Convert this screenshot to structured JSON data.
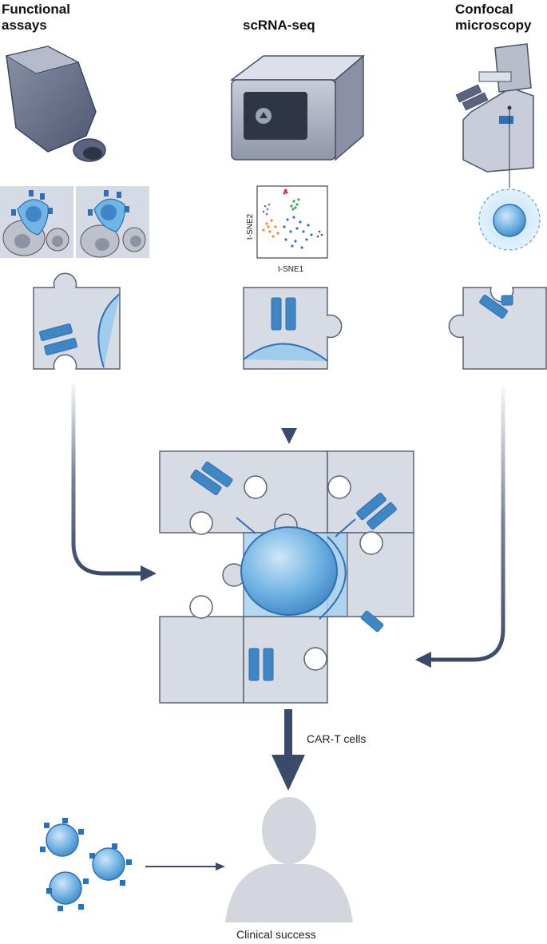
{
  "headers": {
    "functional": [
      "Functional",
      "assays"
    ],
    "scrna": "scRNA-seq",
    "confocal": [
      "Confocal",
      "microscopy"
    ]
  },
  "tsne": {
    "xlabel": "t-SNE1",
    "ylabel": "t-SNE2"
  },
  "labels": {
    "cart": "CAR-T cells",
    "clinical": "Clinical success"
  },
  "colors": {
    "arrow": "#3a4a6b",
    "cell_blue": "#5aa7dc",
    "receptor": "#2f6fb5",
    "puzzle": "#d7dbe4",
    "puzzle_stroke": "#5b6377"
  }
}
